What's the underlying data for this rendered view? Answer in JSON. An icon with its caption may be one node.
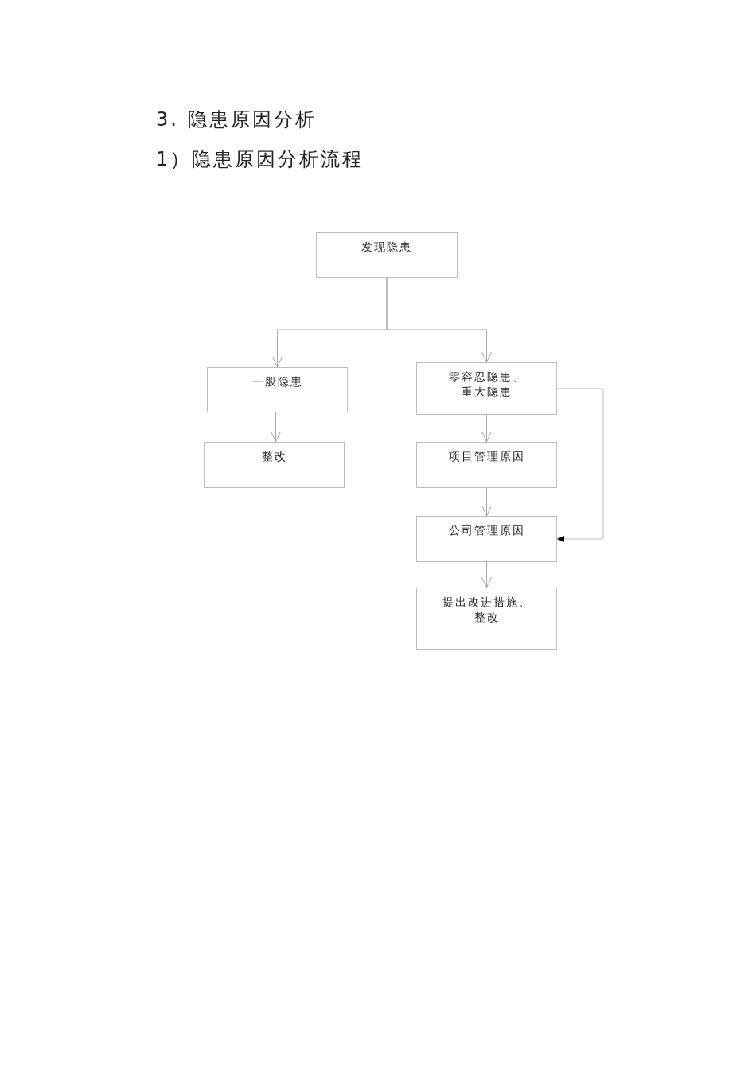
{
  "diagram": {
    "title": "3. 隐患原因分析",
    "nodes": [
      {
        "text": [
          "发现隐患"
        ]
      },
      {
        "text": [
          "一般隐患"
        ]
      },
      {
        "text": [
          "零容忍隐患、重大隐患"
        ]
      },
      {
        "text": [
          "整改"
        ]
      },
      {
        "text": [
          "项目管理原因"
        ]
      },
      {
        "text": [
          "公司管理原因"
        ]
      },
      {
        "text": [
          "提出改进措施、整改"
        ]
      }
    ],
    "edges": [
      {
        "from": 0,
        "to": 1,
        "arrow": "to"
      },
      {
        "from": 0,
        "to": 2,
        "arrow": "to"
      },
      {
        "from": 1,
        "to": 3,
        "arrow": "to"
      },
      {
        "from": 2,
        "to": 4,
        "arrow": "to"
      },
      {
        "from": 4,
        "to": 5,
        "arrow": "to"
      },
      {
        "from": 5,
        "to": 6,
        "arrow": "to"
      },
      {
        "from": 2,
        "to": 5,
        "arrow": "to"
      }
    ],
    "labels": [
      "1）隐患原因分析流程"
    ]
  }
}
